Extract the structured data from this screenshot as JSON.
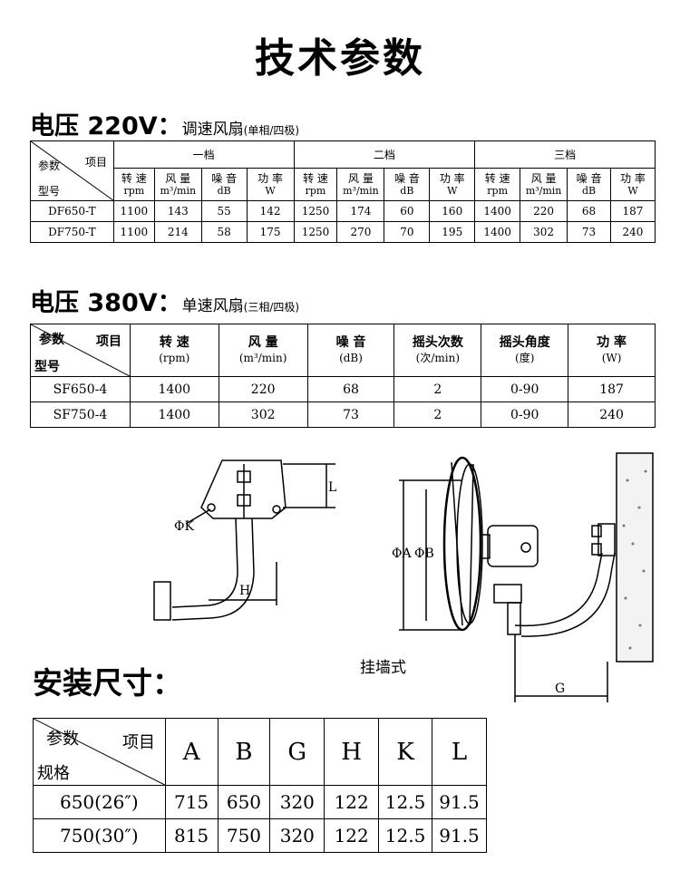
{
  "page_title": "技术参数",
  "section220": {
    "prefix": "电压 220V：",
    "type": "调速风扇",
    "note": "(单相/四极)"
  },
  "section380": {
    "prefix": "电压 380V：",
    "type": "单速风扇",
    "note": "(三相/四极)"
  },
  "table220": {
    "corner_top": "参数",
    "corner_right": "项目",
    "corner_bottom": "型号",
    "gears": [
      "一档",
      "二档",
      "三档"
    ],
    "params": [
      {
        "name": "转 速",
        "unit": "rpm"
      },
      {
        "name": "风 量",
        "unit": "m³/min"
      },
      {
        "name": "噪 音",
        "unit": "dB"
      },
      {
        "name": "功 率",
        "unit": "W"
      }
    ],
    "rows": [
      {
        "model": "DF650-T",
        "values": [
          "1100",
          "143",
          "55",
          "142",
          "1250",
          "174",
          "60",
          "160",
          "1400",
          "220",
          "68",
          "187"
        ]
      },
      {
        "model": "DF750-T",
        "values": [
          "1100",
          "214",
          "58",
          "175",
          "1250",
          "270",
          "70",
          "195",
          "1400",
          "302",
          "73",
          "240"
        ]
      }
    ]
  },
  "table380": {
    "corner_top": "参数",
    "corner_right": "项目",
    "corner_bottom": "型号",
    "params": [
      {
        "name": "转 速",
        "unit": "(rpm)"
      },
      {
        "name": "风 量",
        "unit": "(m³/min)"
      },
      {
        "name": "噪 音",
        "unit": "(dB)"
      },
      {
        "name": "摇头次数",
        "unit": "(次/min)"
      },
      {
        "name": "摇头角度",
        "unit": "(度)"
      },
      {
        "name": "功 率",
        "unit": "(W)"
      }
    ],
    "rows": [
      {
        "model": "SF650-4",
        "values": [
          "1400",
          "220",
          "68",
          "2",
          "0-90",
          "187"
        ]
      },
      {
        "model": "SF750-4",
        "values": [
          "1400",
          "302",
          "73",
          "2",
          "0-90",
          "240"
        ]
      }
    ]
  },
  "diagram": {
    "labels": {
      "phi_k": "ΦK",
      "L": "L",
      "H": "H",
      "phi_a": "ΦA",
      "phi_b": "ΦB",
      "G": "G"
    },
    "caption": "挂墙式"
  },
  "install_title": "安装尺寸：",
  "table_dims": {
    "corner_top": "参数",
    "corner_right": "项目",
    "corner_bottom": "规格",
    "columns": [
      "A",
      "B",
      "G",
      "H",
      "K",
      "L"
    ],
    "rows": [
      {
        "spec": "650(26″)",
        "values": [
          "715",
          "650",
          "320",
          "122",
          "12.5",
          "91.5"
        ]
      },
      {
        "spec": "750(30″)",
        "values": [
          "815",
          "750",
          "320",
          "122",
          "12.5",
          "91.5"
        ]
      }
    ]
  }
}
